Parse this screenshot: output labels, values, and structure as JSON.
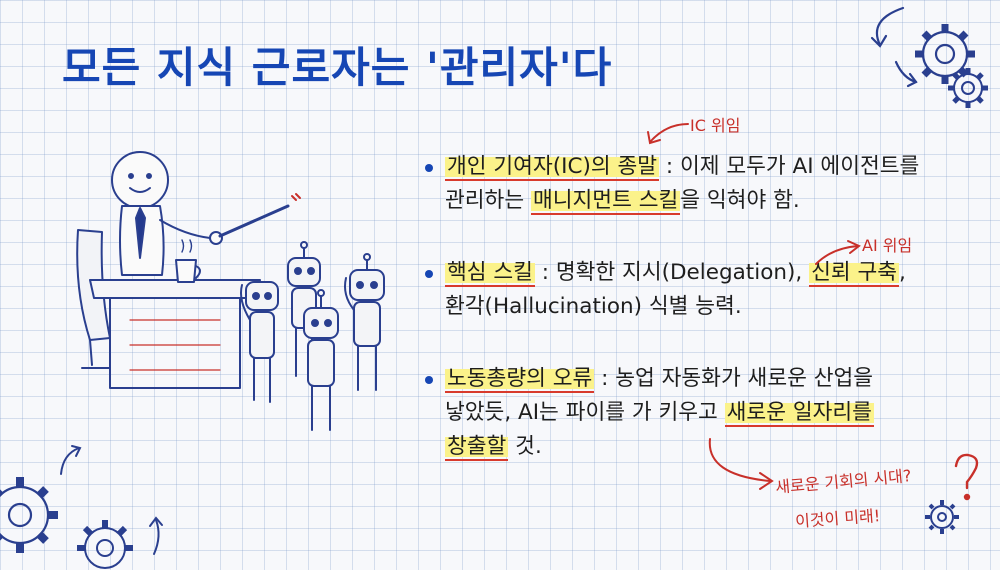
{
  "title": "모든 지식 근로자는 '관리자'다",
  "bullets": [
    {
      "line1_highlight": "개인 기여자(IC)의 종말",
      "line1_rest": " : 이제 모두가 AI 에이전트를",
      "line2_pre": "관리하는 ",
      "line2_highlight": "매니지먼트 스킬",
      "line2_post": "을 익혀야 함."
    },
    {
      "line1_highlight": "핵심 스킬",
      "line1_mid": " : 명확한 지시(Delegation), ",
      "line1_highlight2": "신뢰 구축",
      "line1_end": ",",
      "line2": "환각(Hallucination) 식별 능력."
    },
    {
      "line1_highlight": "노동총량의 오류",
      "line1_rest": " : 농업 자동화가 새로운 산업을",
      "line2_pre": "낳았듯, AI는 파이를 가 키우고 ",
      "line2_highlight": "새로운 일자리를",
      "line3_highlight": "창출할",
      "line3_post": " 것."
    }
  ],
  "annotations": {
    "ic": "IC 위임",
    "ai": "AI 위임",
    "future_line1": "새로운 기회의 시대?",
    "future_line2": "이것이 미래!"
  },
  "icons": [
    "gear-icon",
    "circular-arrow-icon",
    "question-mark-icon",
    "stick-figure-manager",
    "robot-icon"
  ],
  "colors": {
    "title": "#1646b4",
    "highlight": "#fbf28a",
    "annotation": "#c8302a",
    "sketch": "#2a3f8f"
  }
}
